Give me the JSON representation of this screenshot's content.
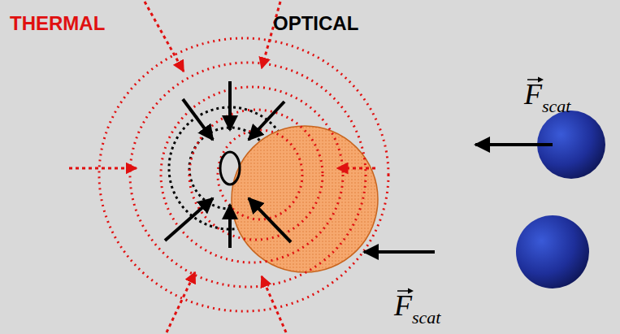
{
  "diagram": {
    "labels": [
      "THERMAL",
      "OPTICAL",
      "F",
      "scat",
      "F",
      "scat"
    ]
  }
}
